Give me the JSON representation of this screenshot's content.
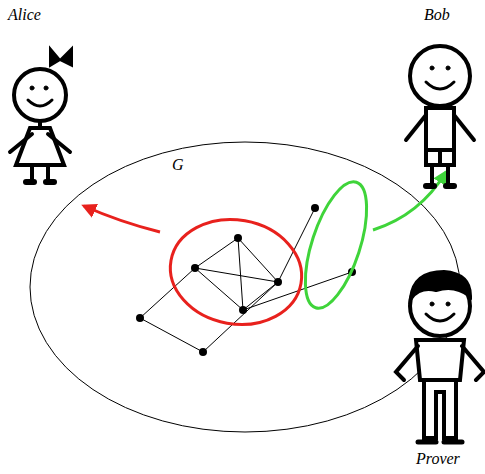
{
  "diagram": {
    "labels": [
      "Alice",
      "Bob",
      "G",
      "Prover"
    ]
  }
}
